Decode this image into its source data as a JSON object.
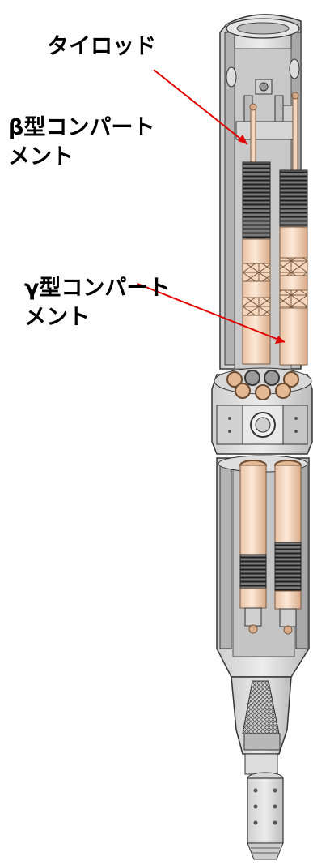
{
  "labels": {
    "tie_rod": "タイロッド",
    "beta_line1": "β型コンパート",
    "beta_line2": "メント",
    "gamma_line1": "γ型コンパート",
    "gamma_line2": "メント"
  },
  "colors": {
    "casing": "#d9d9d9",
    "casing_dark": "#9a9a9a",
    "inner_wall": "#bdbdbd",
    "fuel_pin": "#f6d7bd",
    "fuel_pin_edge": "#8a6a50",
    "spring": "#4a4a4a",
    "arrow": "#e00000",
    "outline": "#333333"
  }
}
